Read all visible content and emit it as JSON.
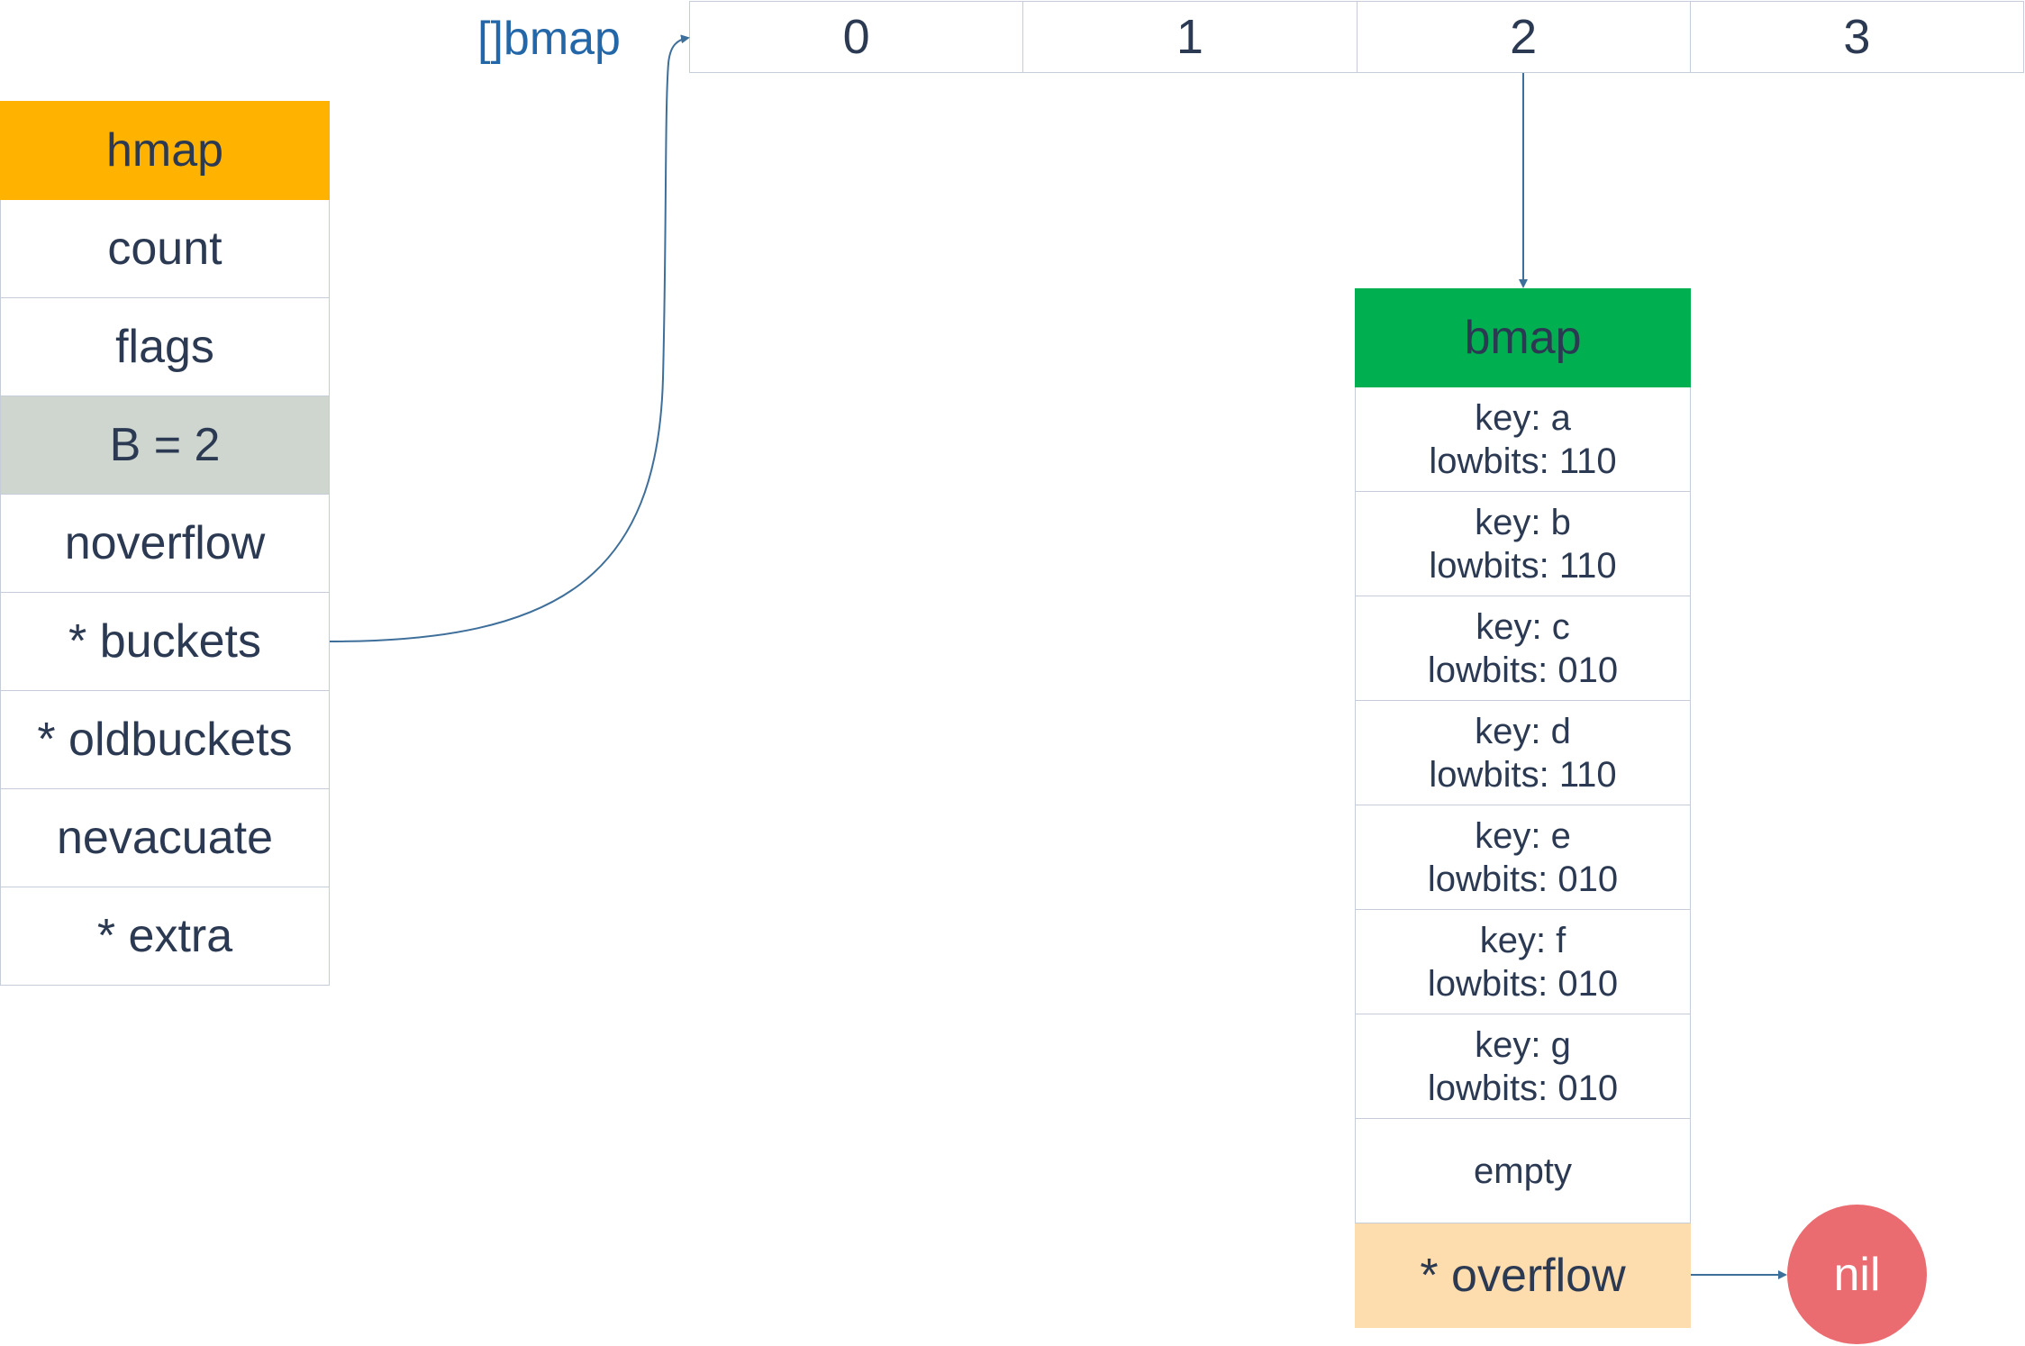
{
  "hmap": {
    "header": "hmap",
    "fields": [
      "count",
      "flags",
      "B = 2",
      "noverflow",
      "* buckets",
      "* oldbuckets",
      "nevacuate",
      "* extra"
    ]
  },
  "bucket_array": {
    "label": "[]bmap",
    "slots": [
      "0",
      "1",
      "2",
      "3"
    ]
  },
  "bmap": {
    "header": "bmap",
    "entries": [
      {
        "key": "key: a",
        "lowbits": "lowbits: 110"
      },
      {
        "key": "key: b",
        "lowbits": "lowbits: 110"
      },
      {
        "key": "key: c",
        "lowbits": "lowbits: 010"
      },
      {
        "key": "key: d",
        "lowbits": "lowbits: 110"
      },
      {
        "key": "key: e",
        "lowbits": "lowbits: 010"
      },
      {
        "key": "key: f",
        "lowbits": "lowbits: 010"
      },
      {
        "key": "key: g",
        "lowbits": "lowbits: 010"
      }
    ],
    "empty": "empty",
    "overflow": "* overflow"
  },
  "nil": "nil",
  "colors": {
    "hmap_header": "#ffb300",
    "hmap_highlight": "#cfd6d0",
    "bmap_header": "#00b050",
    "overflow": "#fddcae",
    "nil": "#ea6b70",
    "text": "#2b3a52",
    "arrow": "#3e6f9a"
  }
}
